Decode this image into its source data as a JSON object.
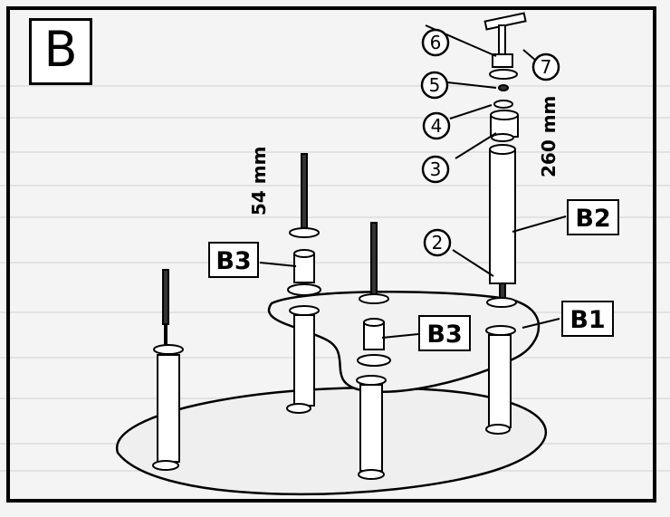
{
  "panel": {
    "letter": "B"
  },
  "dimensions": {
    "short_rod": "54 mm",
    "long_tube": "260 mm"
  },
  "part_boxes": {
    "b1": "B1",
    "b2": "B2",
    "b3_top": "B3",
    "b3_middle": "B3"
  },
  "callouts": [
    "2",
    "3",
    "4",
    "5",
    "6",
    "7"
  ]
}
